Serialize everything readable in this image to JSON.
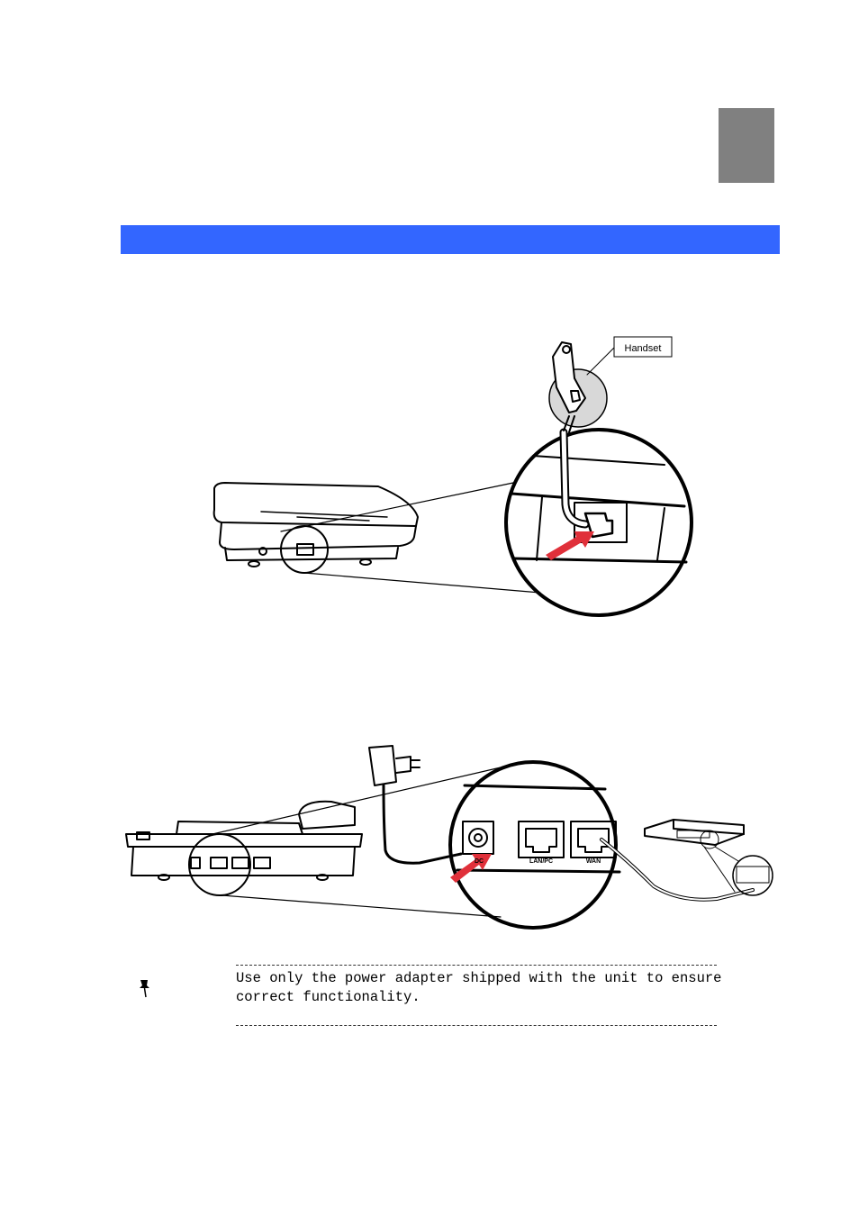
{
  "header": {
    "tab_color": "#808080",
    "bar_color": "#3366ff"
  },
  "figure1": {
    "callout_label": "Handset",
    "arrow_color": "#e0303a"
  },
  "figure2": {
    "port_dc": "DC",
    "port_lan": "LAN/PC",
    "port_wan": "WAN",
    "arrow_color": "#e0303a"
  },
  "note": {
    "icon": "pushpin-icon",
    "text": "Use only the power adapter shipped with the unit to ensure correct functionality."
  }
}
